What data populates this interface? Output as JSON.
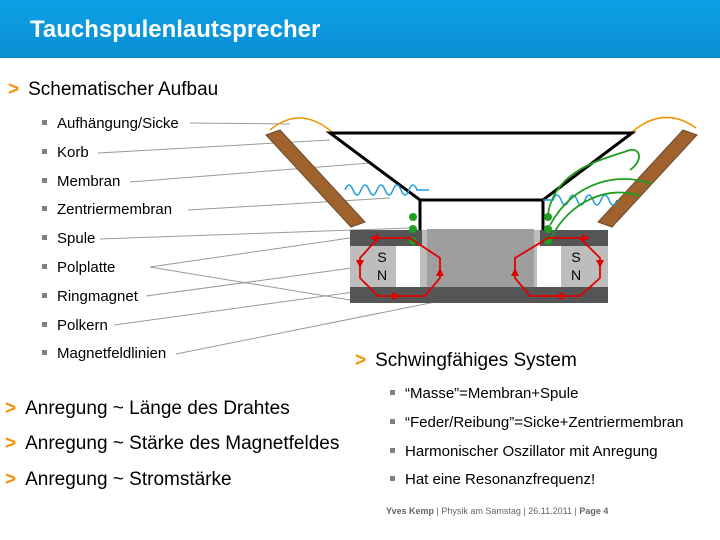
{
  "header": {
    "title": "Tauchspulenlautsprecher"
  },
  "section1": {
    "heading": "Schematischer Aufbau"
  },
  "parts": [
    "Aufhängung/Sicke",
    "Korb",
    "Membran",
    "Zentriermembran",
    "Spule",
    "Polplatte",
    "Ringmagnet",
    "Polkern",
    "Magnetfeldlinien"
  ],
  "magnet_labels": {
    "left_top": "S",
    "left_bottom": "N",
    "right_top": "S",
    "right_bottom": "N"
  },
  "section2": {
    "heading": "Schwingfähiges System",
    "items": [
      "“Masse”=Membran+Spule",
      "“Feder/Reibung”=Sicke+Zentriermembran",
      "Harmonischer Oszillator mit Anregung",
      "Hat eine Resonanzfrequenz!"
    ]
  },
  "excitation": [
    "Anregung ~ Länge des Drahtes",
    "Anregung ~ Stärke des Magnetfeldes",
    "Anregung ~ Stromstärke"
  ],
  "footer": {
    "author": "Yves Kemp",
    "event": "Physik am Samstag",
    "date": "26.11.2011",
    "page": "Page 4"
  },
  "colors": {
    "title_bar": "#0a96dc",
    "accent": "#f39200",
    "field_lines": "#e00000",
    "coil": "#1f9e1f"
  }
}
